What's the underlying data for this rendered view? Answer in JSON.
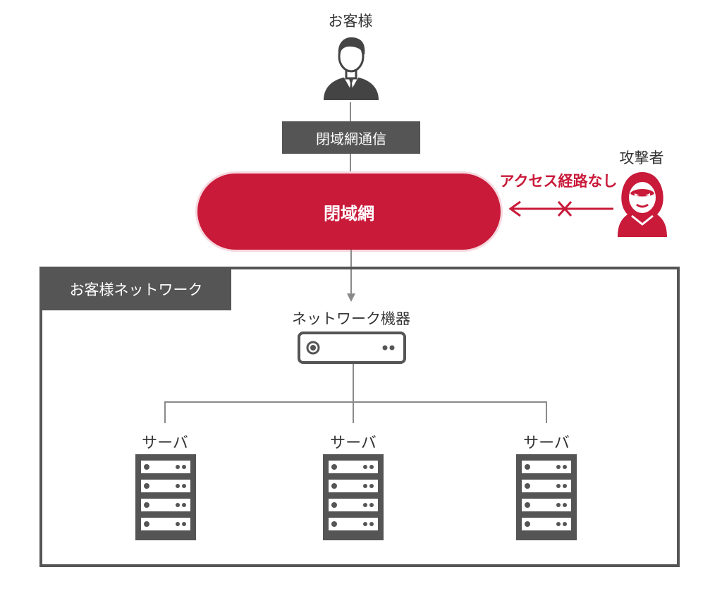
{
  "customer": {
    "label": "お客様"
  },
  "closed_comm": {
    "label": "閉域網通信"
  },
  "closed_network": {
    "label": "閉域網"
  },
  "attacker": {
    "label": "攻撃者",
    "no_access_label": "アクセス経路なし"
  },
  "customer_network": {
    "label": "お客様ネットワーク"
  },
  "network_device": {
    "label": "ネットワーク機器"
  },
  "servers": [
    {
      "label": "サーバ"
    },
    {
      "label": "サーバ"
    },
    {
      "label": "サーバ"
    }
  ],
  "colors": {
    "accent_red": "#c91a3a",
    "dark_gray": "#555555",
    "line_gray": "#8a8a8a"
  },
  "icons": {
    "customer": "businessman-icon",
    "attacker": "hooded-attacker-icon",
    "blocked": "cross-mark-icon",
    "device": "network-device-icon",
    "server": "server-rack-icon"
  }
}
